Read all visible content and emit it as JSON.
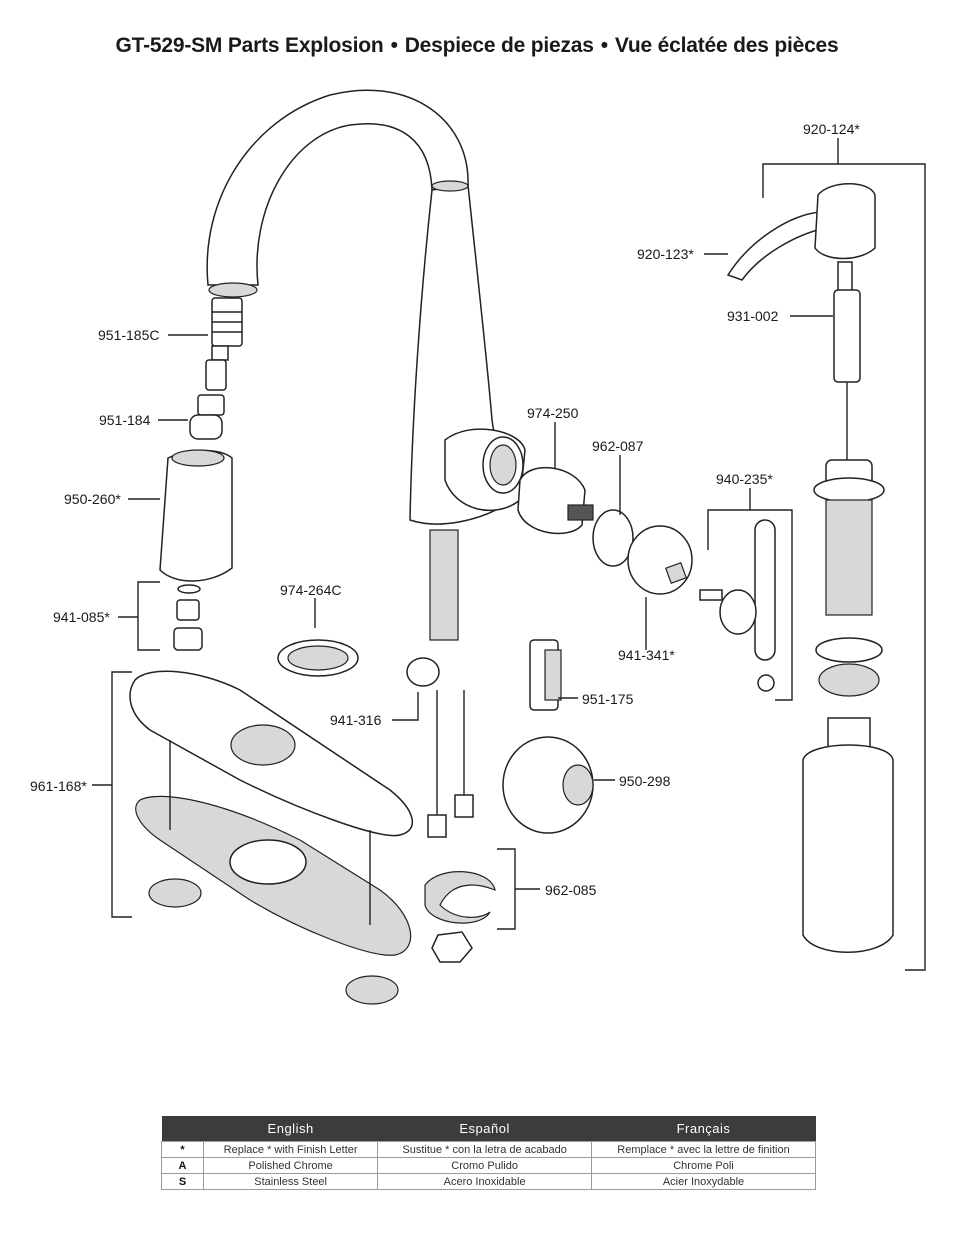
{
  "title": {
    "part1": "GT-529-SM Parts Explosion",
    "part2": "Despiece de piezas",
    "part3": "Vue éclatée des pièces",
    "separator": "•"
  },
  "parts": [
    {
      "id": "p920124",
      "label": "920-124*"
    },
    {
      "id": "p920123",
      "label": "920-123*"
    },
    {
      "id": "p931002",
      "label": "931-002"
    },
    {
      "id": "p951185c",
      "label": "951-185C"
    },
    {
      "id": "p951184",
      "label": "951-184"
    },
    {
      "id": "p974250",
      "label": "974-250"
    },
    {
      "id": "p962087",
      "label": "962-087"
    },
    {
      "id": "p940235",
      "label": "940-235*"
    },
    {
      "id": "p950260",
      "label": "950-260*"
    },
    {
      "id": "p974264c",
      "label": "974-264C"
    },
    {
      "id": "p941085",
      "label": "941-085*"
    },
    {
      "id": "p941341",
      "label": "941-341*"
    },
    {
      "id": "p951175",
      "label": "951-175"
    },
    {
      "id": "p941316",
      "label": "941-316"
    },
    {
      "id": "p961168",
      "label": "961-168*"
    },
    {
      "id": "p950298",
      "label": "950-298"
    },
    {
      "id": "p962085",
      "label": "962-085"
    }
  ],
  "legend": {
    "headers": [
      "English",
      "Español",
      "Français"
    ],
    "rows": [
      {
        "key": "*",
        "en": "Replace * with Finish Letter",
        "es": "Sustitue * con la letra de acabado",
        "fr": "Remplace * avec la lettre de finition"
      },
      {
        "key": "A",
        "en": "Polished Chrome",
        "es": "Cromo Pulido",
        "fr": "Chrome Poli"
      },
      {
        "key": "S",
        "en": "Stainless Steel",
        "es": "Acero Inoxidable",
        "fr": "Acier Inoxydable"
      }
    ]
  }
}
